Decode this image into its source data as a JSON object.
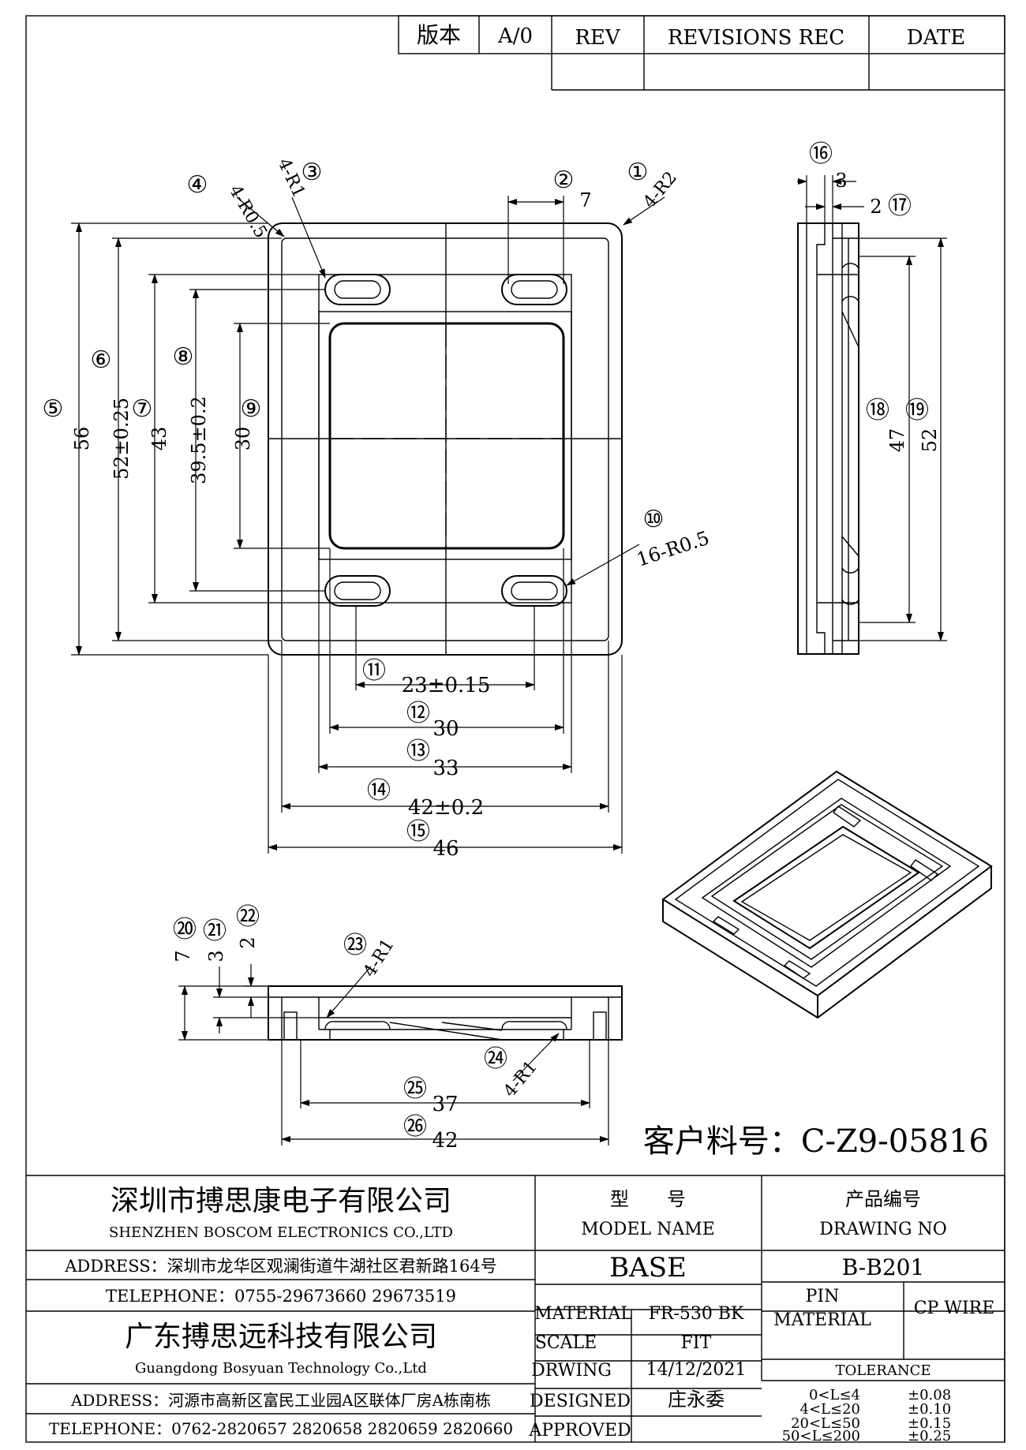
{
  "revision_table": {
    "version_label": "版本",
    "version_value": "A/0",
    "rev_label": "REV",
    "records_label": "REVISIONS REC",
    "date_label": "DATE"
  },
  "callouts": {
    "c1": "①",
    "c2": "②",
    "c3": "③",
    "c4": "④",
    "c5": "⑤",
    "c6": "⑥",
    "c7": "⑦",
    "c8": "⑧",
    "c9": "⑨",
    "c10": "⑩",
    "c11": "⑪",
    "c12": "⑫",
    "c13": "⑬",
    "c14": "⑭",
    "c15": "⑮",
    "c16": "⑯",
    "c17": "⑰",
    "c18": "⑱",
    "c19": "⑲",
    "c20": "⑳",
    "c21": "㉑",
    "c22": "㉒",
    "c23": "㉓",
    "c24": "㉔",
    "c25": "㉕",
    "c26": "㉖"
  },
  "dimensions": {
    "d1": "4-R2",
    "d2": "7",
    "d3": "4-R1",
    "d4": "4-R0.5",
    "d5": "56",
    "d6": "52±0.25",
    "d7": "43",
    "d8": "39.5±0.2",
    "d9": "30",
    "d10": "16-R0.5",
    "d11": "23±0.15",
    "d12": "30",
    "d13": "33",
    "d14": "42±0.2",
    "d15": "46",
    "d16": "3",
    "d17": "2",
    "d18": "47",
    "d19": "52",
    "d20": "7",
    "d21": "3",
    "d22": "2",
    "d23": "4-R1",
    "d24": "4-R1",
    "d25": "37",
    "d26": "42"
  },
  "customer_part": "客户料号：C-Z9-05816",
  "title_block": {
    "company1_cn": "深圳市搏思康电子有限公司",
    "company1_en": "SHENZHEN BOSCOM ELECTRONICS CO.,LTD",
    "address1": "ADDRESS：深圳市龙华区观澜街道牛湖社区君新路164号",
    "telephone1": "TELEPHONE：0755-29673660 29673519",
    "company2_cn": "广东搏思远科技有限公司",
    "company2_en": "Guangdong Bosyuan Technology Co.,Ltd",
    "address2": "ADDRESS：河源市高新区富民工业园A区联体厂房A栋南栋",
    "telephone2": "TELEPHONE：0762-2820657 2820658 2820659 2820660",
    "model_cn": "型　　号",
    "model_en": "MODEL NAME",
    "model_value": "BASE",
    "drawing_cn": "产品编号",
    "drawing_en": "DRAWING NO",
    "drawing_value": "B-B201",
    "material_label": "MATERIAL",
    "material_value": "FR-530 BK",
    "scale_label": "SCALE",
    "scale_value": "FIT",
    "drawing_label": "DRWING",
    "drawing_date": "14/12/2021",
    "designed_label": "DESIGNED",
    "designed_value": "庄永委",
    "approved_label": "APPROVED",
    "pin_material_1": "PIN",
    "pin_material_2": "MATERIAL",
    "pin_material_value": "CP WIRE",
    "tolerance_label": "TOLERANCE",
    "tol1_range": "0<L≤4",
    "tol1_value": "±0.08",
    "tol2_range": "4<L≤20",
    "tol2_value": "±0.10",
    "tol3_range": "20<L≤50",
    "tol3_value": "±0.15",
    "tol4_range": "50<L≤200",
    "tol4_value": "±0.25"
  }
}
